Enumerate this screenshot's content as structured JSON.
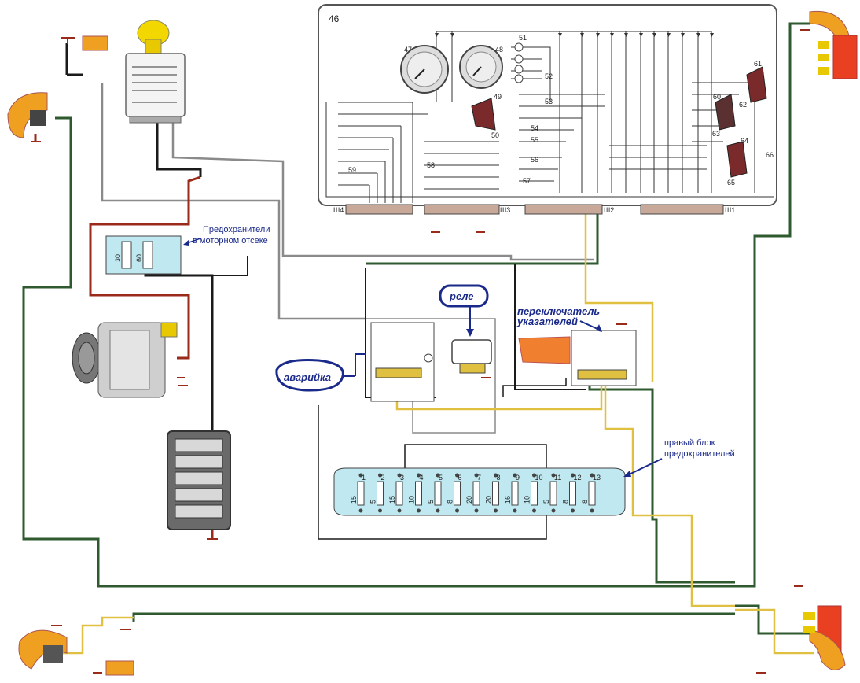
{
  "panel": {
    "id_label": "46",
    "gauges": [
      {
        "num": "47"
      },
      {
        "num": "48"
      }
    ],
    "indicator_numbers": [
      "49",
      "50",
      "51",
      "52",
      "53",
      "54",
      "55",
      "56",
      "57",
      "58",
      "59",
      "60",
      "61",
      "62",
      "63",
      "64",
      "65",
      "66"
    ],
    "connectors": [
      "Ш4",
      "Ш3",
      "Ш2",
      "Ш1"
    ]
  },
  "labels": {
    "fuses_engine_bay": [
      "Предохранители",
      "в моторном отсеке"
    ],
    "relay": "реле",
    "hazard": "аварийка",
    "turn_switch": [
      "переключатель",
      "указателей"
    ],
    "right_fuse_block": [
      "правый блок",
      "предохранителей"
    ]
  },
  "fuse_values": [
    "30",
    "60"
  ],
  "fuse_block_ratings": [
    "15",
    "5",
    "15",
    "10",
    "5",
    "8",
    "20",
    "20",
    "16",
    "10",
    "5",
    "8",
    "8"
  ],
  "fuse_block_positions": [
    "1",
    "2",
    "3",
    "4",
    "5",
    "6",
    "7",
    "8",
    "9",
    "10",
    "11",
    "12",
    "13"
  ],
  "colors": {
    "wire_green": "#2f5a2f",
    "wire_black": "#1a1a1a",
    "wire_gray": "#8a8a8a",
    "wire_yellow": "#e0c040",
    "wire_red": "#9a2a1a",
    "fuse_block": "#bfe8f0",
    "callout_blue": "#1a2a8a",
    "lamp_orange": "#f0a020"
  }
}
